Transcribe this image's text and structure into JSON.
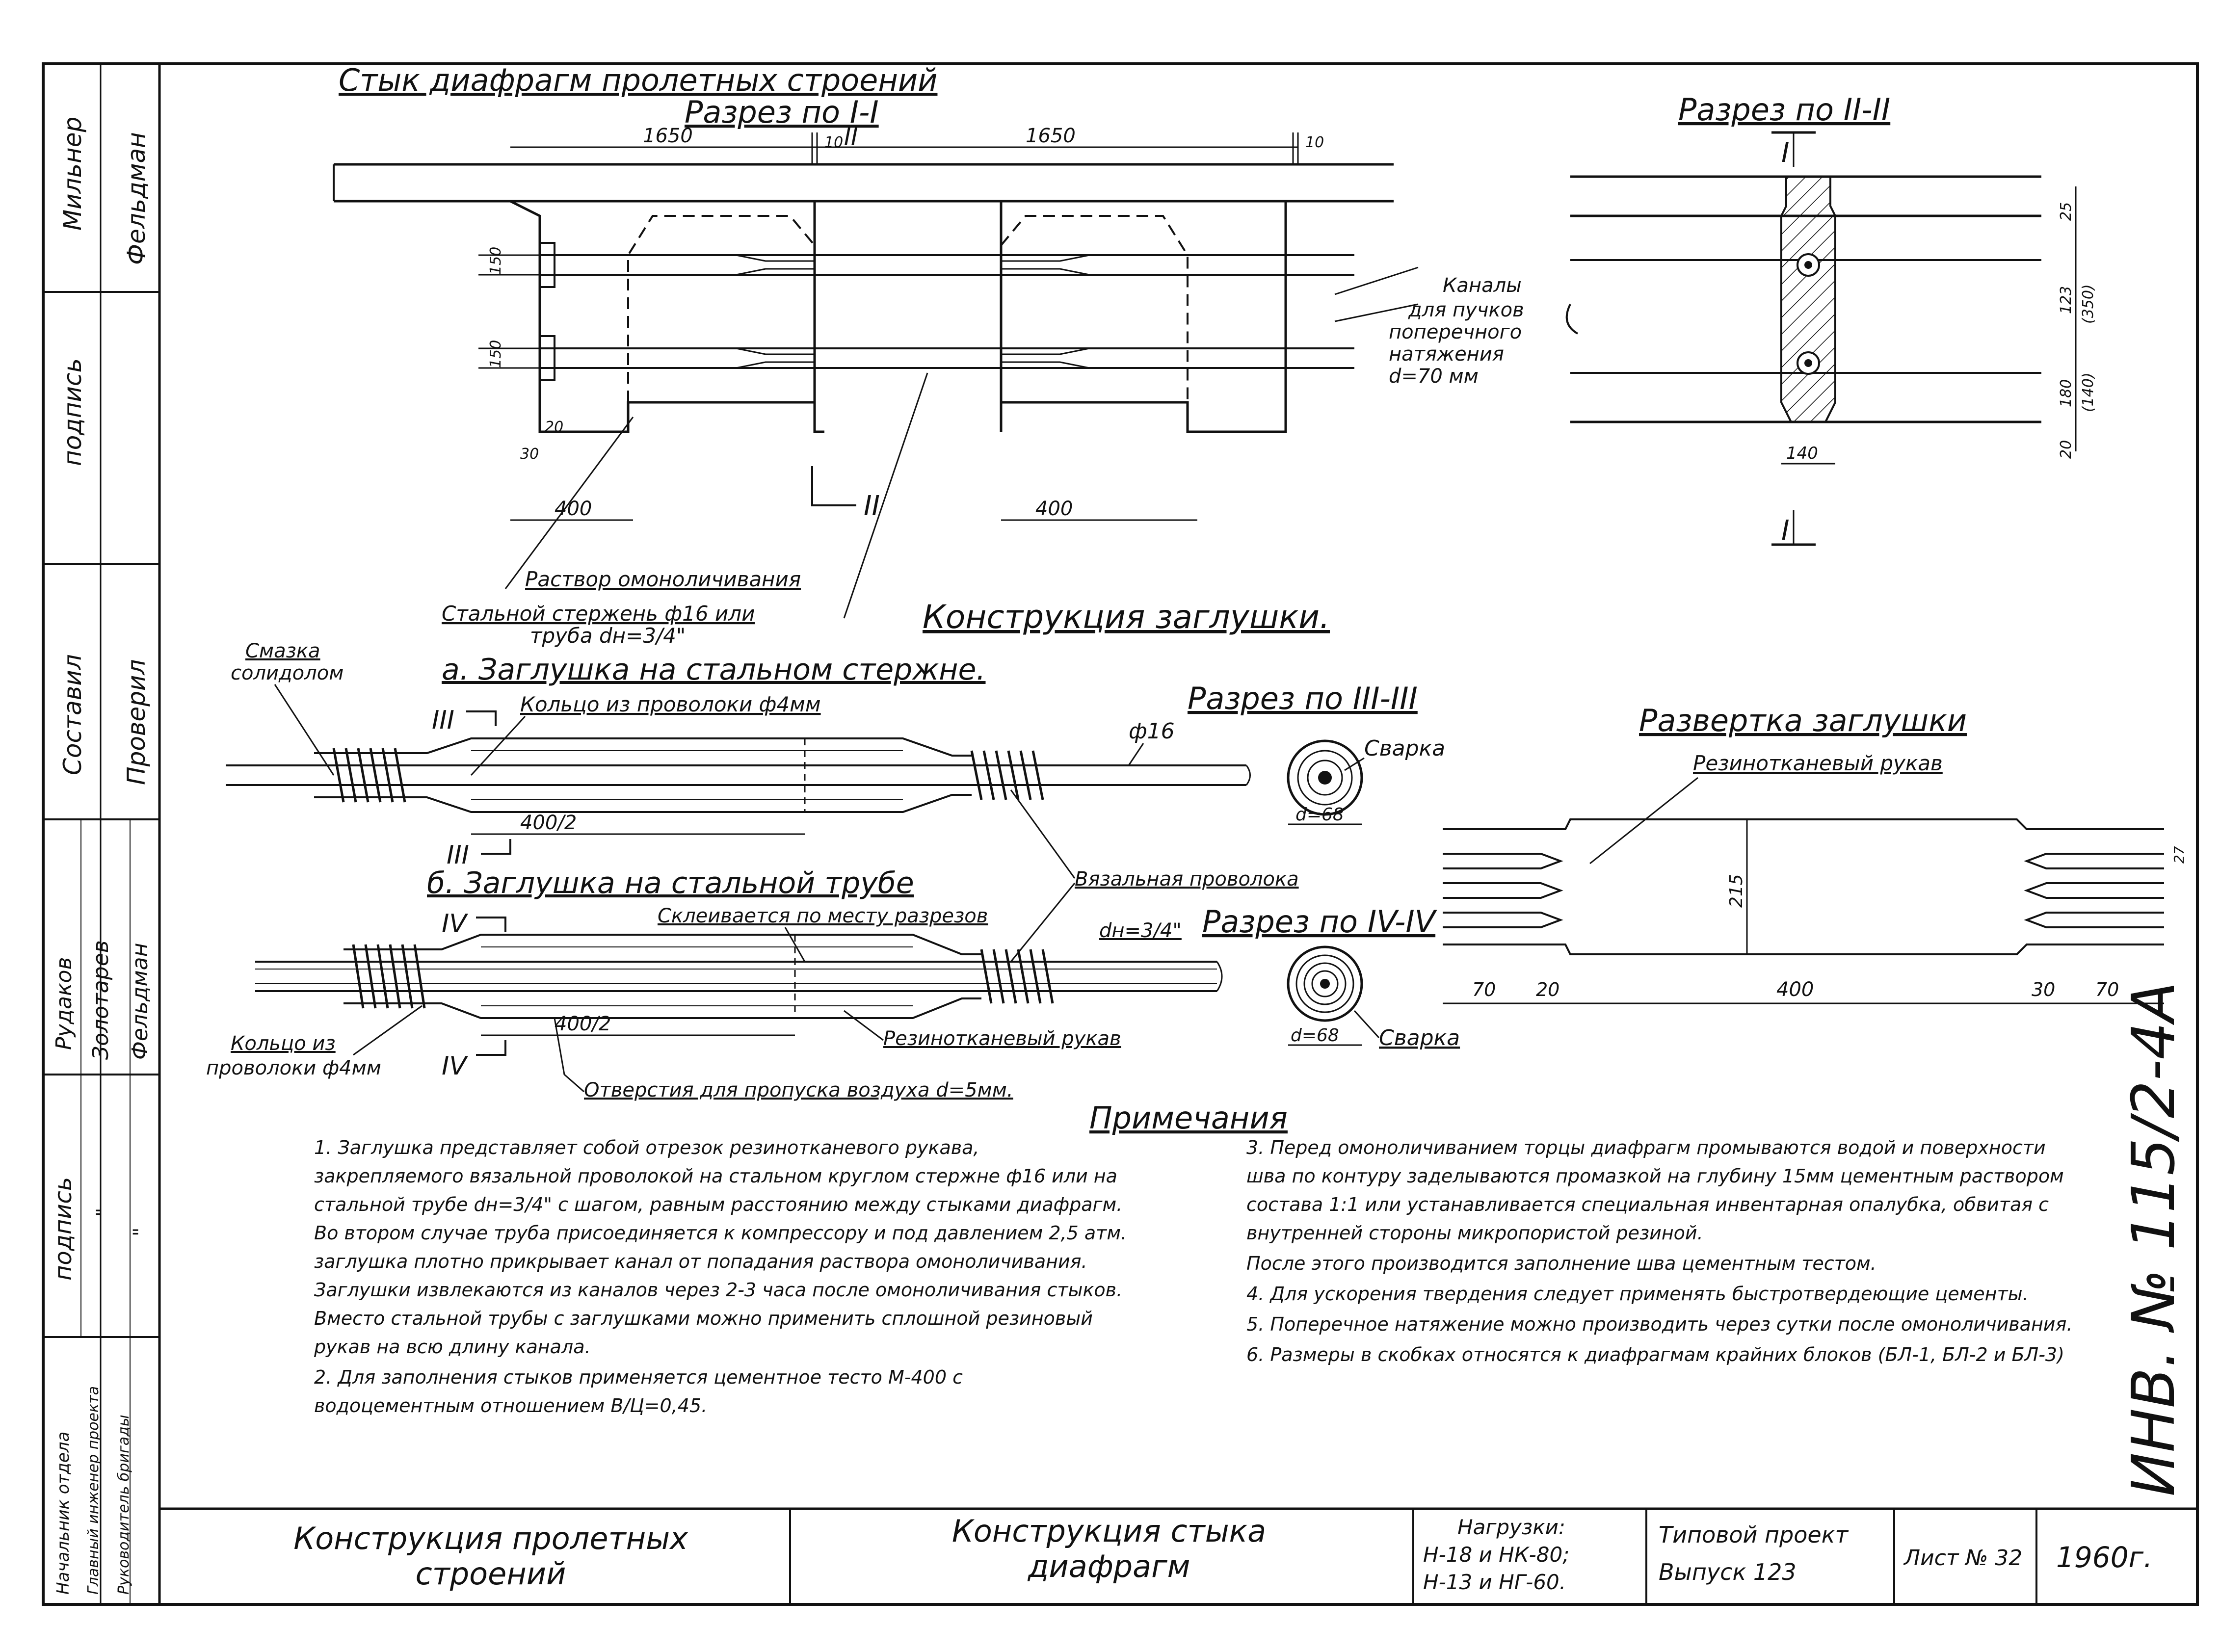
{
  "views": {
    "joint_title": "Стык диафрагм пролетных строений",
    "section_1": "Разрез по I-I",
    "section_2": "Разрез по II-II",
    "cap_design": "Конструкция заглушки.",
    "cap_a": "а. Заглушка на стальном стержне.",
    "cap_b": "б. Заглушка на стальной трубе",
    "section_3": "Разрез по III-III",
    "section_4": "Разрез по IV-IV",
    "unfold": "Развертка заглушки"
  },
  "callouts": {
    "channels": [
      "Каналы",
      "для пучков",
      "поперечного",
      "натяжения",
      "d=70 мм"
    ],
    "mortar": "Раствор омоноличивания",
    "rod_tube": [
      "Стальной стержень ф16 или",
      "труба dн=3/4\""
    ],
    "grease": [
      "Смазка",
      "солидолом"
    ],
    "ring_4mm": "Кольцо из проволоки ф4мм",
    "phi16": "ф16",
    "weld_1": "Сварка",
    "weld_2": "Сварка",
    "d68_1": "d=68",
    "d68_2": "d=68",
    "hose_unfold": "Резинотканевый рукав",
    "binding_wire": "Вязальная проволока",
    "glued": "Склеивается по месту разрезов",
    "dn34": "dн=3/4\"",
    "hose_b": "Резинотканевый рукав",
    "ring_b": [
      "Кольцо из",
      "проволоки ф4мм"
    ],
    "holes": "Отверстия для пропуска воздуха d=5мм.",
    "marks": [
      "I",
      "I",
      "II",
      "III",
      "III",
      "IV",
      "IV"
    ]
  },
  "dims": {
    "d1650a": "1650",
    "d1650b": "1650",
    "d10a": "10",
    "d10b": "10",
    "d150a": "150",
    "d150b": "150",
    "d20": "20",
    "d30": "30",
    "d400a": "400",
    "d400b": "400",
    "s2_25": "25",
    "s2_123": "123",
    "s2_350": "(350)",
    "s2_180": "180",
    "s2_140": "(140)",
    "s2_20": "20",
    "s2_140w": "140",
    "d400_2a": "400/2",
    "d400_2b": "400/2",
    "u70a": "70",
    "u20": "20",
    "u400": "400",
    "u30": "30",
    "u70b": "70",
    "u215": "215",
    "u27": "27"
  },
  "notes_title": "Примечания",
  "notes_left": [
    "1. Заглушка представляет собой отрезок резинотканевого рукава, закрепляемого вязальной проволокой на стальном круглом стержне ф16 или на стальной трубе dн=3/4\" с шагом, равным расстоянию между стыками диафрагм. Во втором случае труба присоединяется к компрессору и под давлением 2,5 атм. заглушка плотно прикрывает канал от попадания раствора омоноличивания. Заглушки извлекаются из каналов через 2-3 часа после омоноличивания стыков. Вместо стальной трубы с заглушками можно применить сплошной резиновый рукав на всю длину канала.",
    "2. Для заполнения стыков применяется цементное тесто М-400 с водоцементным отношением В/Ц=0,45."
  ],
  "notes_right": [
    "3. Перед омоноличиванием торцы диафрагм промываются водой и поверхности шва по контуру заделываются промазкой на глубину 15мм цементным раствором состава 1:1 или устанавливается специальная инвентарная опалубка, обвитая с внутренней стороны микропористой резиной.",
    "После этого производится заполнение шва цементным тестом.",
    "4. Для ускорения твердения следует применять быстротвердеющие цементы.",
    "5. Поперечное натяжение можно производить через сутки после омоноличивания.",
    "6. Размеры в скобках относятся к диафрагмам крайних блоков (БЛ-1, БЛ-2 и БЛ-3)"
  ],
  "side_stamp": {
    "r1": [
      "Мильнер",
      "Фельдман"
    ],
    "r2": [
      "подпись"
    ],
    "r3": [
      "Составил",
      "Проверил"
    ],
    "r4": [
      "Рудаков",
      "Золотарев",
      "Фельдман"
    ],
    "r5": [
      "подпись",
      "\"",
      "\""
    ],
    "r6": [
      "Начальник отдела",
      "Главный инженер проекта",
      "Руководитель бригады"
    ]
  },
  "inv_number": "ИНВ. № 115/2-4А",
  "title_block": {
    "structure": [
      "Конструкция пролетных",
      "строений"
    ],
    "sheet_title": [
      "Конструкция стыка",
      "диафрагм"
    ],
    "loads": [
      "Нагрузки:",
      "Н-18 и НК-80;",
      "Н-13 и НГ-60."
    ],
    "project": [
      "Типовой проект",
      "Выпуск 123"
    ],
    "sheet_no": "Лист № 32",
    "year": "1960г."
  }
}
